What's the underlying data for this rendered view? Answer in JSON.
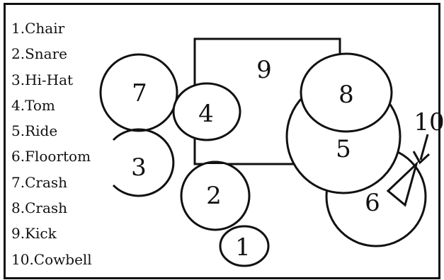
{
  "legend": [
    "1.Chair",
    "2.Snare",
    "3.Hi-Hat",
    "4.Tom",
    "5.Ride",
    "6.Floortom",
    "7.Crash",
    "8.Crash",
    "9.Kick",
    "10.Cowbell"
  ],
  "labels": {
    "chair": "1",
    "snare": "2",
    "hihat": "3",
    "tom": "4",
    "ride": "5",
    "floortom": "6",
    "crash_left": "7",
    "crash_right": "8",
    "kick": "9",
    "cowbell": "10"
  },
  "colors": {
    "ink": "#111111",
    "background": "#ffffff"
  }
}
